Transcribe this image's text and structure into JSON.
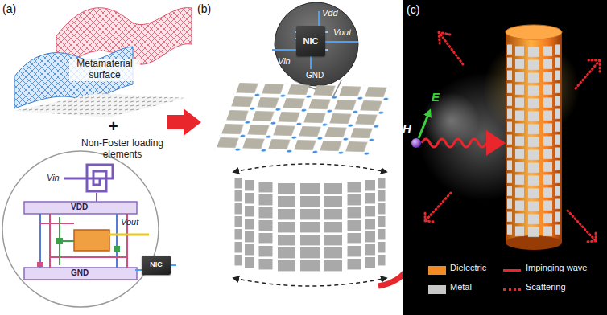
{
  "diagram": {
    "nodes": [
      {
        "text": [
          "NIC"
        ]
      },
      {
        "text": [
          "NIC"
        ]
      }
    ],
    "labels": [
      "(a)",
      "Metamaterial surface",
      "+",
      "Non-Foster loading elements",
      "Vin",
      "VDD",
      "Vout",
      "GND",
      "(b)",
      "Vdd",
      "Vout",
      "Vin",
      "GND",
      "(c)",
      "E",
      "H"
    ],
    "legend": [
      {
        "text": "Dielectric",
        "color": "#f08a24"
      },
      {
        "text": "Metal",
        "color": "#c8c8c8"
      },
      {
        "text": "Impinging wave"
      },
      {
        "text": "Scattering"
      }
    ]
  }
}
